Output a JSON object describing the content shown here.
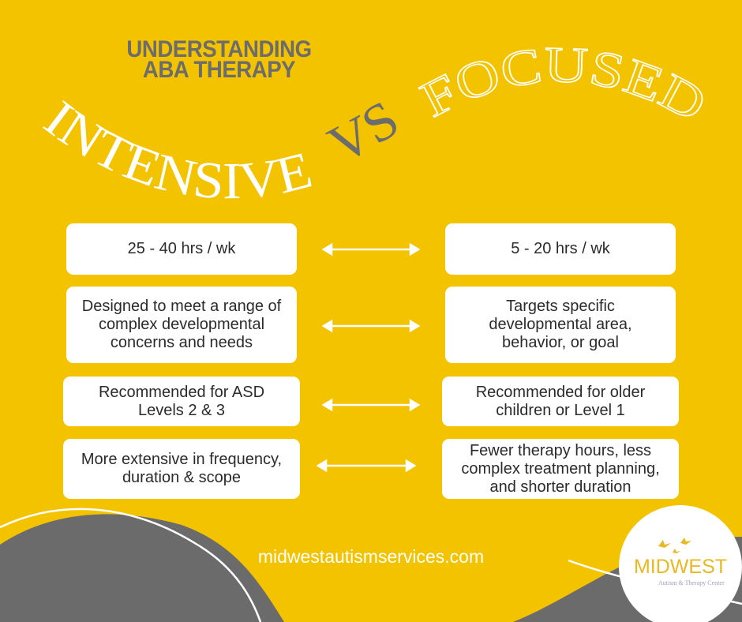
{
  "header": {
    "title_line1": "UNDERSTANDING",
    "title_line2": "ABA THERAPY"
  },
  "headline": {
    "left": "INTENSIVE",
    "middle": "VS",
    "right": "FOCUSED"
  },
  "rows": [
    {
      "intensive": "25 - 40 hrs / wk",
      "focused": "5 - 20 hrs / wk"
    },
    {
      "intensive": "Designed to meet a range of complex developmental concerns and needs",
      "focused": "Targets specific developmental area, behavior, or goal"
    },
    {
      "intensive": "Recommended for ASD Levels 2 & 3",
      "focused": "Recommended for older children or Level 1"
    },
    {
      "intensive": "More extensive in frequency, duration & scope",
      "focused": "Fewer therapy hours, less complex treatment planning, and shorter duration"
    }
  ],
  "footer": {
    "url": "midwestautismservices.com"
  },
  "logo": {
    "name": "MIDWEST",
    "tagline": "Autism & Therapy Center"
  },
  "colors": {
    "background": "#f3c300",
    "gray": "#6c6c6c",
    "box": "#ffffff",
    "logo_gold": "#e8b923"
  },
  "icons": {
    "arrow": "double-headed-arrow",
    "logo": "birds-icon"
  }
}
